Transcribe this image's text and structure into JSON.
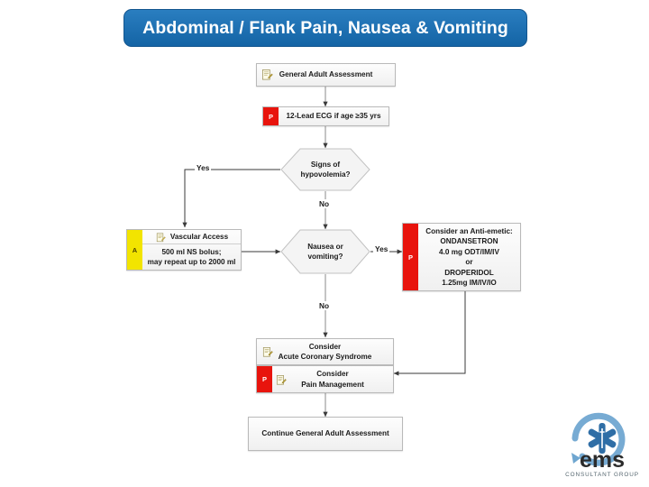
{
  "title": {
    "text": "Abdominal / Flank Pain, Nausea & Vomiting",
    "banner_color": "#1f6cb0",
    "text_color": "#ffffff"
  },
  "colors": {
    "paramedic_badge": "#e8140d",
    "emt_badge": "#f2e400",
    "box_border": "#b9b9b9",
    "box_fill": "#f2f2f2",
    "connector": "#404040"
  },
  "flowchart": {
    "type": "clinical-protocol-flowchart",
    "nodes": [
      {
        "id": "general-adult-assessment",
        "shape": "process",
        "badge": "",
        "icon": "document-icon",
        "lines": [
          "General Adult Assessment"
        ]
      },
      {
        "id": "twelve-lead-ecg",
        "shape": "process",
        "badge": "P",
        "badge_color": "#e8140d",
        "icon": "",
        "lines": [
          "12-Lead ECG if age ≥35 yrs"
        ]
      },
      {
        "id": "signs-of-hypovolemia",
        "shape": "decision",
        "lines": [
          "Signs of",
          "hypovolemia?"
        ]
      },
      {
        "id": "vascular-access",
        "shape": "process",
        "badge": "A",
        "badge_color": "#f2e400",
        "icon": "document-icon",
        "lines": [
          "Vascular Access",
          "500 ml NS bolus;",
          "may repeat up to 2000 ml"
        ]
      },
      {
        "id": "nausea-or-vomiting",
        "shape": "decision",
        "lines": [
          "Nausea or",
          "vomiting?"
        ]
      },
      {
        "id": "anti-emetic",
        "shape": "process",
        "badge": "P",
        "badge_color": "#e8140d",
        "icon": "",
        "lines": [
          "Consider an Anti-emetic:",
          "ONDANSETRON",
          "4.0 mg ODT/IM/IV",
          "or",
          "DROPERIDOL",
          "1.25mg IM/IV/IO"
        ]
      },
      {
        "id": "acute-coronary-syndrome",
        "shape": "process",
        "badge": "",
        "icon": "document-icon",
        "lines": [
          "Consider",
          "Acute Coronary Syndrome"
        ]
      },
      {
        "id": "pain-management",
        "shape": "process",
        "badge": "P",
        "badge_color": "#e8140d",
        "icon": "document-icon",
        "lines": [
          "Consider",
          "Pain Management"
        ]
      },
      {
        "id": "continue-assessment",
        "shape": "process",
        "badge": "",
        "icon": "",
        "lines": [
          "Continue General Adult Assessment"
        ]
      }
    ],
    "edge_labels": {
      "hypovolemia_yes": "Yes",
      "hypovolemia_no": "No",
      "nausea_yes": "Yes",
      "nausea_no": "No"
    }
  },
  "logo": {
    "name": "ems-consultant-group-logo",
    "wordmark": "ems",
    "tagline": "CONSULTANT GROUP",
    "accent_color": "#2e6da4"
  }
}
